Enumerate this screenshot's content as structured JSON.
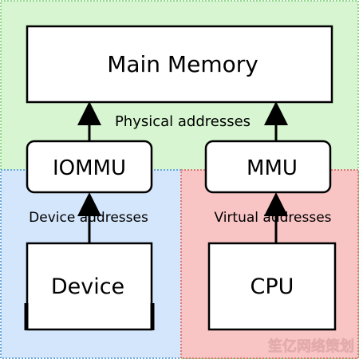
{
  "diagram": {
    "main_memory": {
      "label": "Main Memory"
    },
    "iommu": {
      "label": "IOMMU"
    },
    "mmu": {
      "label": "MMU"
    },
    "device": {
      "label": "Device"
    },
    "cpu": {
      "label": "CPU"
    },
    "edges": {
      "physical": "Physical addresses",
      "device": "Device addresses",
      "virtual": "Virtual addresses"
    },
    "regions": {
      "top_color": "#d6f5d0",
      "left_color": "#d4e6fb",
      "right_color": "#f9c4c4",
      "top_border": "#8fd98a",
      "left_border": "#6aa9e0",
      "right_border": "#e07a7a"
    }
  },
  "watermark": {
    "text": "笙亿网络策划"
  }
}
